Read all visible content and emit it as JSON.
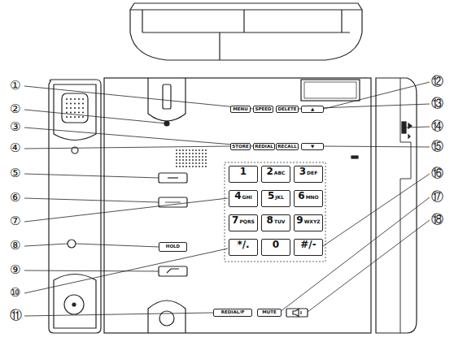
{
  "diagram": {
    "nodes": [
      {
        "text": [
          "MENU"
        ]
      },
      {
        "text": [
          "SPEED"
        ]
      },
      {
        "text": [
          "DELETE"
        ]
      },
      {
        "text": [
          "▲"
        ]
      },
      {
        "text": [
          "STORE"
        ]
      },
      {
        "text": [
          "REDIAL"
        ]
      },
      {
        "text": [
          "RECALL"
        ]
      },
      {
        "text": [
          "▼"
        ]
      },
      {
        "text": [
          "HOLD"
        ]
      },
      {
        "text": [
          "1"
        ]
      },
      {
        "text": [
          "2",
          "ABC"
        ]
      },
      {
        "text": [
          "3",
          "DEF"
        ]
      },
      {
        "text": [
          "4",
          "GHI"
        ]
      },
      {
        "text": [
          "5",
          "JKL"
        ]
      },
      {
        "text": [
          "6",
          "MNO"
        ]
      },
      {
        "text": [
          "7",
          "PQRS"
        ]
      },
      {
        "text": [
          "8",
          "TUV"
        ]
      },
      {
        "text": [
          "9",
          "WXYZ"
        ]
      },
      {
        "text": [
          "*/."
        ]
      },
      {
        "text": [
          "0"
        ]
      },
      {
        "text": [
          "#/-"
        ]
      },
      {
        "text": [
          "REDIAL/P"
        ]
      },
      {
        "text": [
          "MUTE"
        ]
      }
    ],
    "labels": [
      "①",
      "②",
      "③",
      "④",
      "⑤",
      "⑥",
      "⑦",
      "⑧",
      "⑨",
      "⑩",
      "⑪",
      "⑫",
      "⑬",
      "⑭",
      "⑮",
      "⑯",
      "⑰",
      "⑱"
    ]
  }
}
